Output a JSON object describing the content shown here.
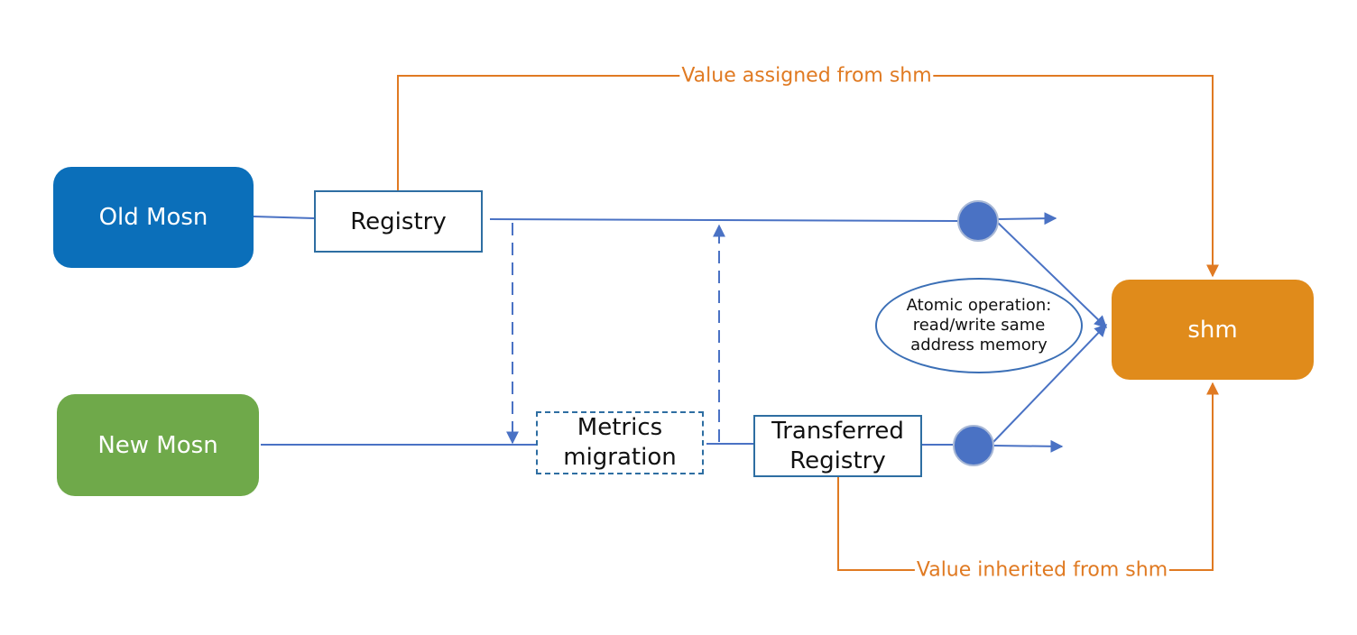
{
  "nodes": {
    "old_mosn": "Old Mosn",
    "new_mosn": "New Mosn",
    "registry": "Registry",
    "metrics_migration": [
      "Metrics",
      "migration"
    ],
    "transferred_registry": [
      "Transferred",
      "Registry"
    ],
    "shm": "shm",
    "atomic_operation": [
      "Atomic operation:",
      "read/write same",
      "address memory"
    ]
  },
  "edge_labels": {
    "value_assigned": "Value assigned from shm",
    "value_inherited": "Value inherited from shm"
  },
  "colors": {
    "old_mosn": "#0b6fba",
    "new_mosn": "#6fa94a",
    "shm": "#e08b1b",
    "flow_line": "#4a72c4",
    "value_line": "#e07a22",
    "circle": "#4a72c4"
  }
}
